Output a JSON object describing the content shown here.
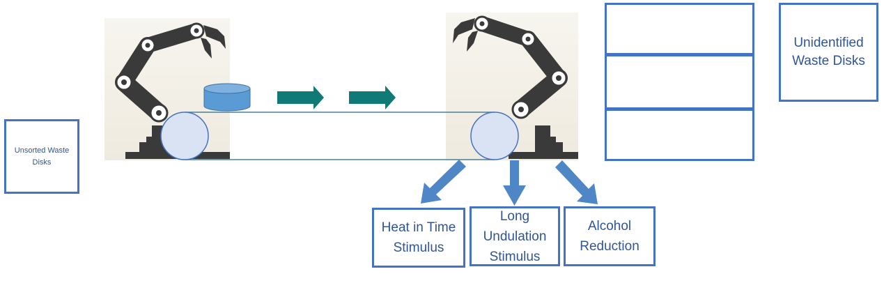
{
  "input_box": {
    "label": "Unsorted Waste Disks"
  },
  "unidentified_box": {
    "label": "Unidentified Waste Disks"
  },
  "outputs": [
    {
      "label": "Heat in Time Stimulus"
    },
    {
      "label": "Long Undulation Stimulus"
    },
    {
      "label": "Alcohol Reduction"
    }
  ],
  "colors": {
    "box_border": "#4472c4",
    "label_text": "#2f5597",
    "flow_arrow": "#0f7a76",
    "sort_arrow": "#4f86c6",
    "disk": "#5b9bd5",
    "roller": "#dae3f3",
    "robot_arm": "#3a3a3a",
    "robot_backdrop": "#f4f1e9"
  }
}
